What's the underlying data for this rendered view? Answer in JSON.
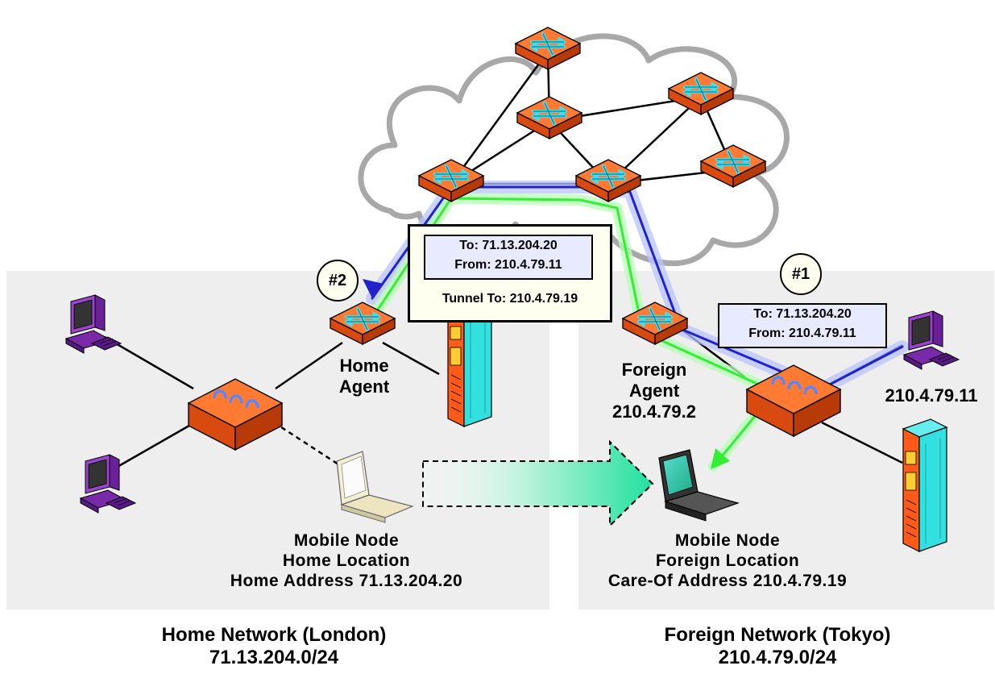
{
  "networks": {
    "home": {
      "name": "Home Network (London)",
      "subnet": "71.13.204.0/24"
    },
    "foreign": {
      "name": "Foreign Network (Tokyo)",
      "subnet": "210.4.79.0/24"
    }
  },
  "home_agent": {
    "line1": "Home",
    "line2": "Agent"
  },
  "foreign_agent": {
    "line1": "Foreign",
    "line2": "Agent",
    "address": "210.4.79.2"
  },
  "correspondent": {
    "address": "210.4.79.11"
  },
  "mobile_node_home": {
    "line1": "Mobile Node",
    "line2": "Home Location",
    "line3": "Home Address 71.13.204.20"
  },
  "mobile_node_foreign": {
    "line1": "Mobile Node",
    "line2": "Foreign Location",
    "line3": "Care-Of Address 210.4.79.19"
  },
  "packet_1": {
    "badge": "#1",
    "to": "To: 71.13.204.20",
    "from": "From: 210.4.79.11"
  },
  "packet_2": {
    "badge": "#2",
    "to": "To: 71.13.204.20",
    "from": "From: 210.4.79.11",
    "tunnel": "Tunnel To: 210.4.79.19"
  },
  "colors": {
    "router": "#ff6a1a",
    "router_glyph": "#44ddee",
    "server": "#33e6e6",
    "server_front": "#ff5a1a",
    "pc": "#9a44cc",
    "tunnel_green": "#33ee33",
    "path_blue": "#2222cc",
    "zone": "#eeeeee",
    "cloud": "#a8a8a8"
  },
  "icons": {
    "router": "router-icon",
    "switch": "switch-icon",
    "server": "server-icon",
    "pc": "desktop-computer-icon",
    "laptop": "laptop-icon",
    "cloud": "cloud-icon",
    "move_arrow": "movement-arrow-icon"
  }
}
